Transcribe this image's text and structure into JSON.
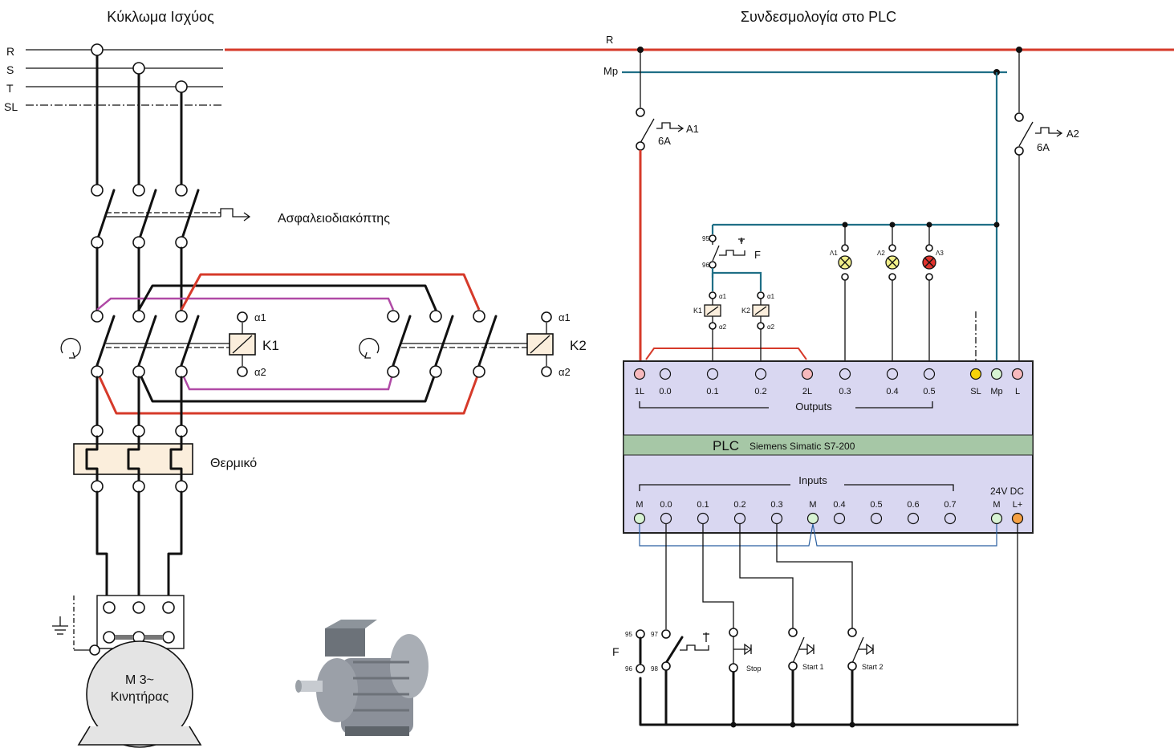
{
  "titles": {
    "power": "Κύκλωμα Ισχύος",
    "plc": "Συνδεσμολογία στο PLC"
  },
  "power": {
    "lines": [
      "R",
      "S",
      "T",
      "SL"
    ],
    "breaker_label": "Ασφαλειοδιακόπτης",
    "k1": {
      "label": "K1",
      "a1": "α1",
      "a2": "α2"
    },
    "k2": {
      "label": "K2",
      "a1": "α1",
      "a2": "α2"
    },
    "thermal_label": "Θερμικό",
    "motor_line1": "M 3~",
    "motor_line2": "Κινητήρας"
  },
  "plc_wiring": {
    "R": "R",
    "Mp": "Mp",
    "A1": {
      "name": "A1",
      "rating": "6A"
    },
    "A2": {
      "name": "A2",
      "rating": "6A"
    },
    "F_relay": {
      "t95": "95",
      "t96": "96",
      "name": "F"
    },
    "coil_k1": {
      "name": "K1",
      "a1": "α1",
      "a2": "α2"
    },
    "coil_k2": {
      "name": "K2",
      "a1": "α1",
      "a2": "α2"
    },
    "lamps": [
      "Λ1",
      "Λ2",
      "Λ3"
    ],
    "lamp_colors": [
      "#f2f08a",
      "#f2f08a",
      "#e0322c"
    ]
  },
  "plc": {
    "outputs_terminals": [
      "1L",
      "0.0",
      "0.1",
      "0.2",
      "2L",
      "0.3",
      "0.4",
      "0.5",
      "SL",
      "Mp",
      "L"
    ],
    "outputs_label": "Outputs",
    "band_title": "PLC",
    "band_model": "Siemens Simatic S7-200",
    "inputs_label": "Inputs",
    "inputs_terminals": [
      "M",
      "0.0",
      "0.1",
      "0.2",
      "0.3",
      "M",
      "0.4",
      "0.5",
      "0.6",
      "0.7"
    ],
    "supply_label": "24V DC",
    "supply_terminals": [
      "M",
      "L+"
    ],
    "colors": {
      "panel": "#d9d7f1",
      "band": "#a6c7a6",
      "pink": "#f7b9bd",
      "yellow": "#f5d20a",
      "lightgreen": "#d7f3d3",
      "orange": "#f5a043"
    }
  },
  "inputs_wiring": {
    "F": "F",
    "t95": "95",
    "t96": "96",
    "t97": "97",
    "t98": "98",
    "stop": "Stop",
    "start1": "Start 1",
    "start2": "Start 2"
  }
}
